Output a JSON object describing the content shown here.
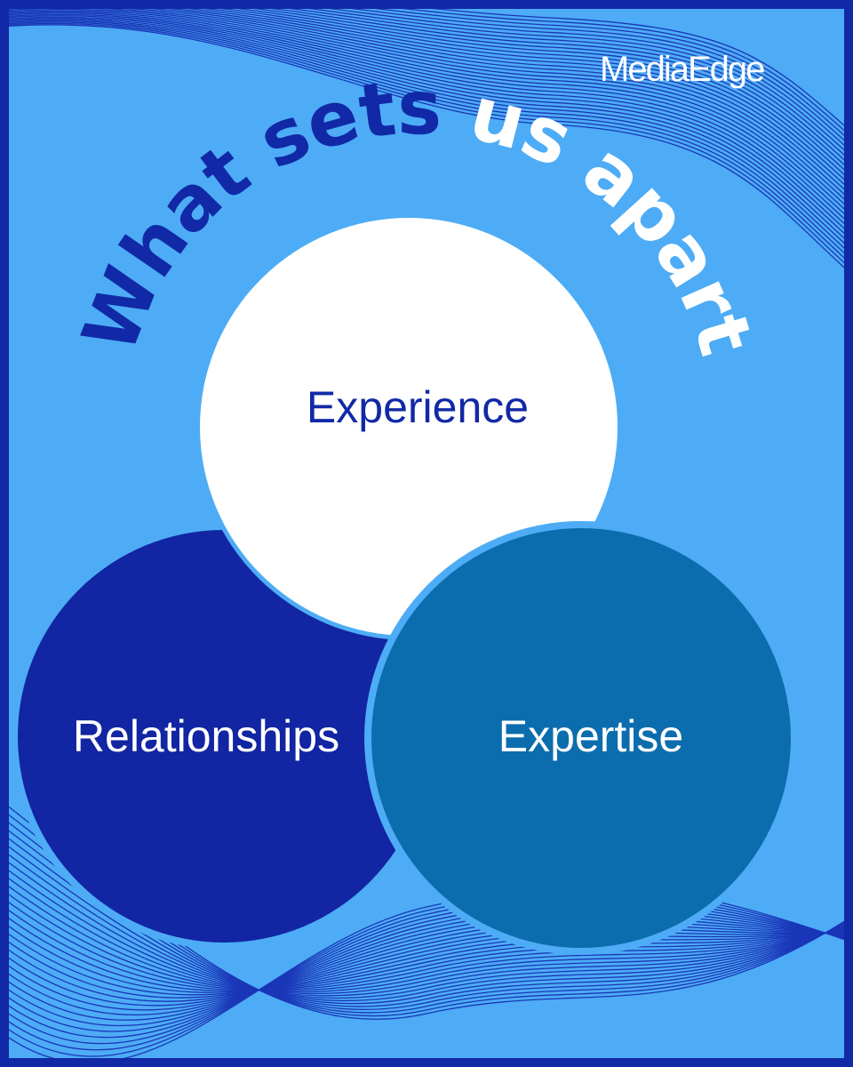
{
  "brand": {
    "logo_text": "MediaEdge"
  },
  "title": {
    "part1": "What sets ",
    "part2": "us apart"
  },
  "circles": {
    "top": {
      "label": "Experience"
    },
    "left": {
      "label": "Relationships"
    },
    "right": {
      "label": "Expertise"
    }
  },
  "colors": {
    "frame": "#1129a6",
    "background": "#4dacf5",
    "wave_lines": "#1a36b8",
    "title_dark": "#1129a6",
    "title_light": "#ffffff",
    "circle_top": "#ffffff",
    "circle_left": "#1225a3",
    "circle_right": "#0b6dad",
    "label_on_white": "#1129a6",
    "label_on_dark": "#ffffff"
  }
}
